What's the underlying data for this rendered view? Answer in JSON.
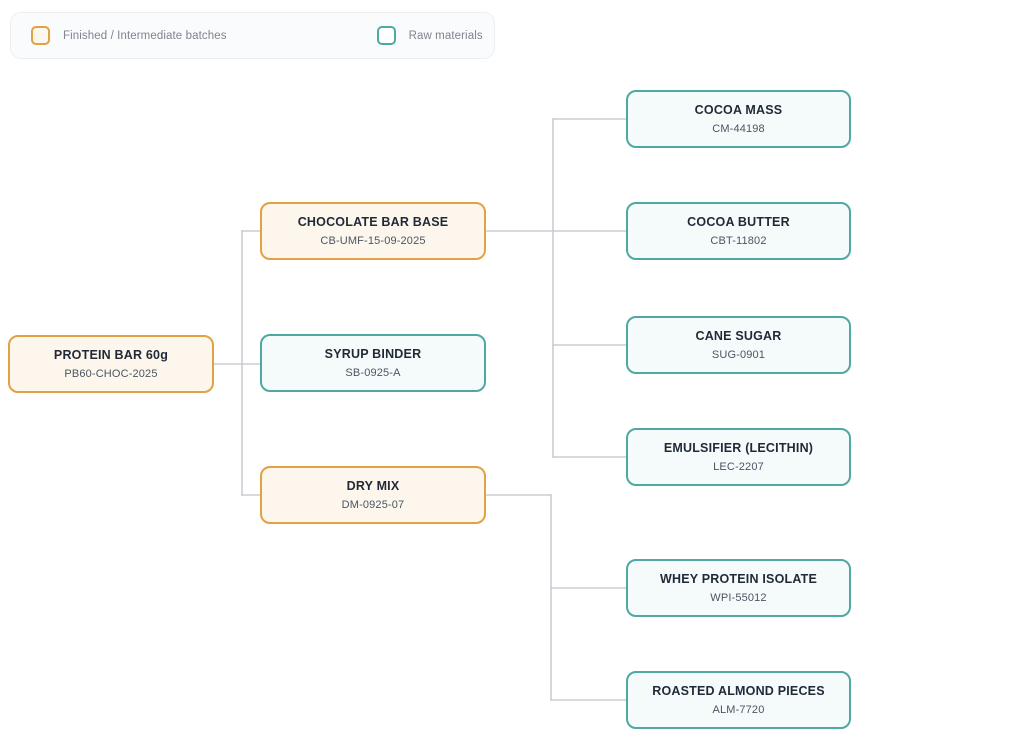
{
  "legend": {
    "items": [
      {
        "label": "Finished / Intermediate batches",
        "swatch": "finished-swatch",
        "color": "#e0a244"
      },
      {
        "label": "Raw materials",
        "swatch": "raw-swatch",
        "color": "#4fa9a2"
      }
    ]
  },
  "palette": {
    "finished_border": "#e0a244",
    "finished_fill": "#fdf6ec",
    "raw_border": "#4fa9a2",
    "raw_fill": "#f5fbfa",
    "connector": "#c9ced4",
    "panel_bg": "#fafbfc",
    "page_bg": "#ffffff"
  },
  "tree": {
    "root": {
      "title": "PROTEIN BAR 60g",
      "code": "PB60-CHOC-2025",
      "type": "finished"
    },
    "level2": [
      {
        "title": "CHOCOLATE BAR BASE",
        "code": "CB-UMF-15-09-2025",
        "type": "finished"
      },
      {
        "title": "SYRUP BINDER",
        "code": "SB-0925-A",
        "type": "raw"
      },
      {
        "title": "DRY MIX",
        "code": "DM-0925-07",
        "type": "finished"
      }
    ],
    "level3": [
      {
        "title": "COCOA MASS",
        "code": "CM-44198",
        "type": "raw",
        "parent": "CHOCOLATE BAR BASE"
      },
      {
        "title": "COCOA BUTTER",
        "code": "CBT-11802",
        "type": "raw",
        "parent": "CHOCOLATE BAR BASE"
      },
      {
        "title": "CANE SUGAR",
        "code": "SUG-0901",
        "type": "raw",
        "parent": "CHOCOLATE BAR BASE"
      },
      {
        "title": "EMULSIFIER (LECITHIN)",
        "code": "LEC-2207",
        "type": "raw",
        "parent": "CHOCOLATE BAR BASE"
      },
      {
        "title": "WHEY PROTEIN ISOLATE",
        "code": "WPI-55012",
        "type": "raw",
        "parent": "DRY MIX"
      },
      {
        "title": "ROASTED ALMOND PIECES",
        "code": "ALM-7720",
        "type": "raw",
        "parent": "DRY MIX"
      }
    ]
  }
}
